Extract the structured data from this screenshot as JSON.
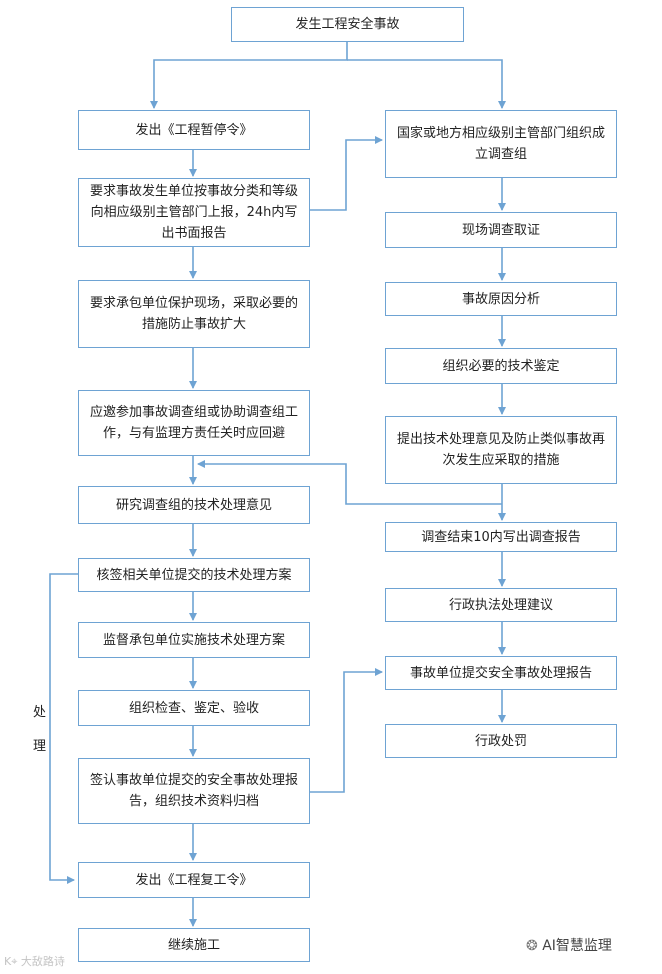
{
  "nodes": {
    "n0": "发生工程安全事故",
    "l1": "发出《工程暂停令》",
    "l2": "要求事故发生单位按事故分类和等级向相应级别主管部门上报，24h内写出书面报告",
    "l3": "要求承包单位保护现场，采取必要的措施防止事故扩大",
    "l4": "应邀参加事故调查组或协助调查组工作，与有监理方责任关时应回避",
    "l5": "研究调查组的技术处理意见",
    "l6": "核签相关单位提交的技术处理方案",
    "l7": "监督承包单位实施技术处理方案",
    "l8": "组织检查、鉴定、验收",
    "l9": "签认事故单位提交的安全事故处理报告，组织技术资料归档",
    "l10": "发出《工程复工令》",
    "l11": "继续施工",
    "r1": "国家或地方相应级别主管部门组织成立调查组",
    "r2": "现场调查取证",
    "r3": "事故原因分析",
    "r4": "组织必要的技术鉴定",
    "r5": "提出技术处理意见及防止类似事故再次发生应采取的措施",
    "r6": "调查结束10内写出调查报告",
    "r7": "行政执法处理建议",
    "r8": "事故单位提交安全事故处理报告",
    "r9": "行政处罚"
  },
  "side_label": {
    "char1": "处",
    "char2": "理"
  },
  "watermarks": {
    "left": "大敌路诗",
    "right": "AI智慧监理"
  },
  "colors": {
    "border": "#6ea3d3",
    "line": "#6ea3d3",
    "text": "#222222"
  }
}
